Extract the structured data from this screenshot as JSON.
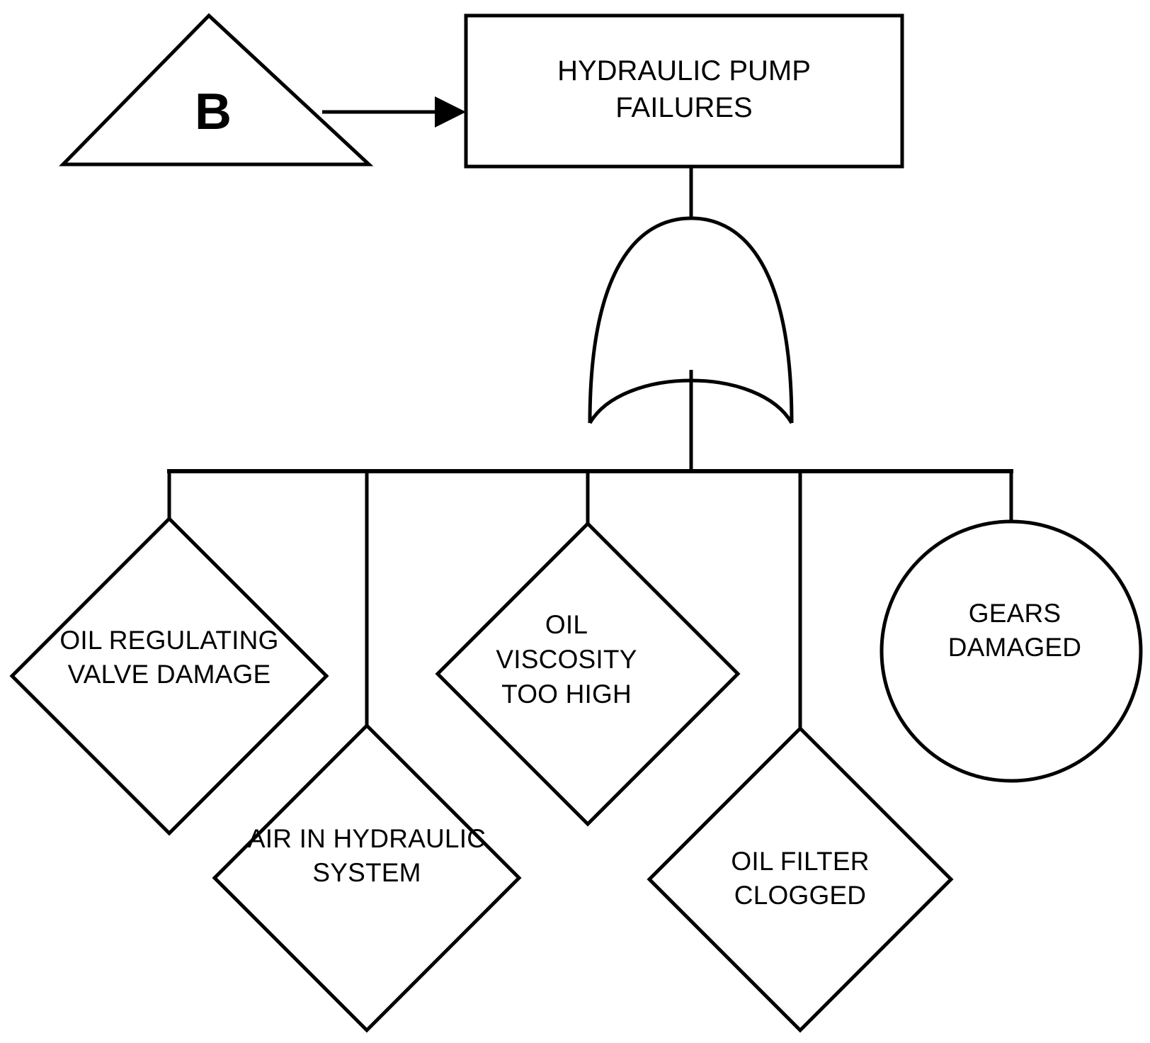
{
  "diagram": {
    "type": "fault-tree",
    "title_node": {
      "id": "top-event",
      "shape": "rectangle",
      "lines": [
        "HYDRAULIC PUMP",
        "FAILURES"
      ]
    },
    "transfer_in": {
      "id": "transfer-b",
      "shape": "triangle",
      "label": "B"
    },
    "gate": {
      "id": "or-gate-1",
      "type": "OR",
      "symbol_name": "or-gate"
    },
    "events": [
      {
        "id": "event-oil-regulating-valve-damage",
        "shape": "diamond",
        "shape_name": "undeveloped-event",
        "lines": [
          "OIL REGULATING",
          "VALVE DAMAGE"
        ]
      },
      {
        "id": "event-air-in-hydraulic-system",
        "shape": "diamond",
        "shape_name": "undeveloped-event",
        "lines": [
          "AIR IN HYDRAULIC",
          "SYSTEM"
        ]
      },
      {
        "id": "event-oil-viscosity-too-high",
        "shape": "diamond",
        "shape_name": "undeveloped-event",
        "lines": [
          "OIL",
          "VISCOSITY",
          "TOO HIGH"
        ]
      },
      {
        "id": "event-oil-filter-clogged",
        "shape": "diamond",
        "shape_name": "undeveloped-event",
        "lines": [
          "OIL FILTER",
          "CLOGGED"
        ]
      },
      {
        "id": "event-gears-damaged",
        "shape": "circle",
        "shape_name": "basic-event",
        "lines": [
          "GEARS",
          "DAMAGED"
        ]
      }
    ],
    "colors": {
      "stroke": "#000000",
      "background": "#ffffff",
      "text": "#000000"
    }
  }
}
